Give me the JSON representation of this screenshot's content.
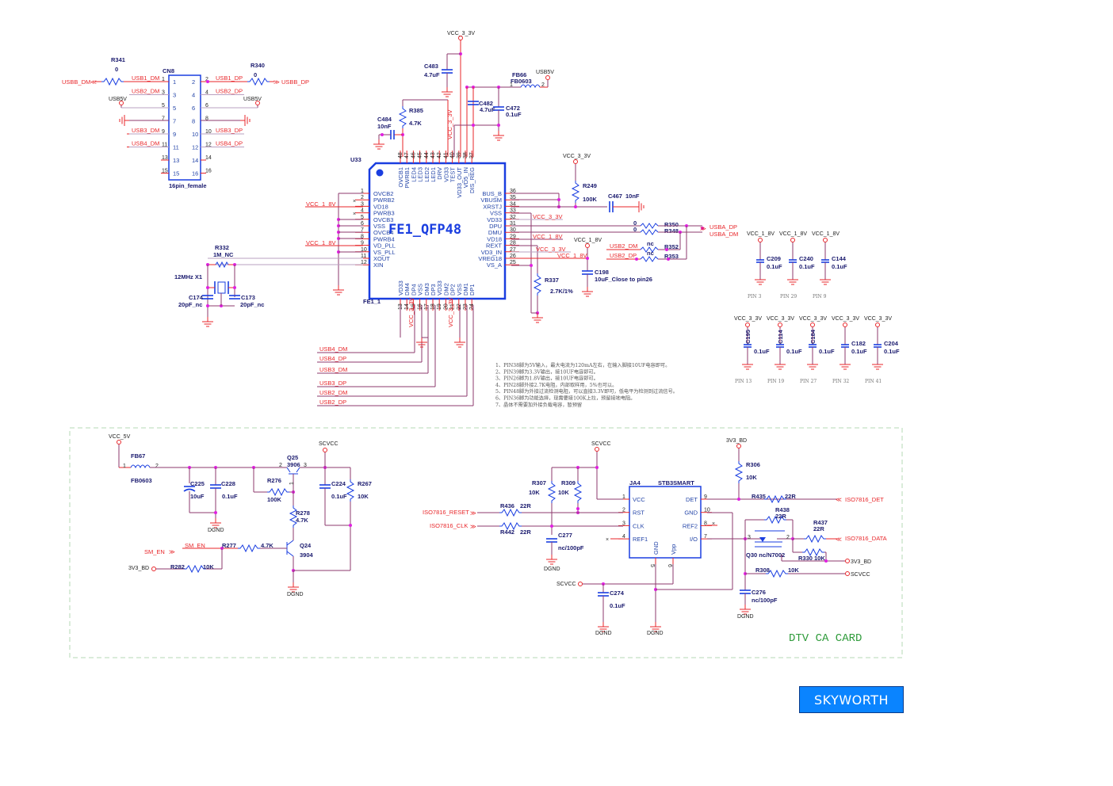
{
  "title_block": {
    "section_title": "DTV  CA  CARD",
    "brand_logo": "SKYWORTH"
  },
  "cn8": {
    "ref": "CN8",
    "part": "16pin_female",
    "left_pins": [
      "1",
      "3",
      "5",
      "7",
      "9",
      "11",
      "13",
      "15"
    ],
    "right_pins": [
      "2",
      "4",
      "6",
      "8",
      "10",
      "12",
      "14",
      "16"
    ],
    "left_nets": [
      "USB1_DM",
      "USB2_DM",
      "",
      "",
      "USB3_DM",
      "USB4_DM",
      "",
      ""
    ],
    "right_nets": [
      "USB1_DP",
      "USB2_DP",
      "",
      "",
      "USB3_DP",
      "USB4_DP",
      "",
      ""
    ],
    "usb5v_left": "USB5V",
    "usb5v_right": "USB5V",
    "r341": {
      "ref": "R341",
      "value": "0"
    },
    "r340": {
      "ref": "R340",
      "value": "0"
    },
    "port_dm": "USBB_DM",
    "port_dp": "USBB_DP"
  },
  "u33": {
    "ref": "U33",
    "name": "FE1_QFP48",
    "sub": "FE1_1",
    "left": [
      {
        "n": "1",
        "name": "OVCB2"
      },
      {
        "n": "2",
        "name": "PWRB2"
      },
      {
        "n": "3",
        "name": "VD18"
      },
      {
        "n": "4",
        "name": "PWRB3"
      },
      {
        "n": "5",
        "name": "OVCB3"
      },
      {
        "n": "6",
        "name": "VSS"
      },
      {
        "n": "7",
        "name": "OVCB4"
      },
      {
        "n": "8",
        "name": "PWRB4"
      },
      {
        "n": "9",
        "name": "VD_PLL"
      },
      {
        "n": "10",
        "name": "VS_PLL"
      },
      {
        "n": "11",
        "name": "XOUT"
      },
      {
        "n": "12",
        "name": "XIN"
      }
    ],
    "right": [
      {
        "n": "36",
        "name": "BUS_B"
      },
      {
        "n": "35",
        "name": "VBUSM"
      },
      {
        "n": "34",
        "name": "XRSTJ"
      },
      {
        "n": "33",
        "name": "VSS"
      },
      {
        "n": "32",
        "name": "VD33"
      },
      {
        "n": "31",
        "name": "DPU"
      },
      {
        "n": "30",
        "name": "DMU"
      },
      {
        "n": "29",
        "name": "VD18"
      },
      {
        "n": "28",
        "name": "REXT"
      },
      {
        "n": "27",
        "name": "VD3_IN"
      },
      {
        "n": "26",
        "name": "VREG18"
      },
      {
        "n": "25",
        "name": "VS_A"
      }
    ],
    "top": [
      {
        "n": "48",
        "name": "OVCB1"
      },
      {
        "n": "47",
        "name": "PWRB1"
      },
      {
        "n": "46",
        "name": "LED4"
      },
      {
        "n": "45",
        "name": "LED3"
      },
      {
        "n": "44",
        "name": "LED2"
      },
      {
        "n": "43",
        "name": "LED1"
      },
      {
        "n": "42",
        "name": "DRV"
      },
      {
        "n": "41",
        "name": "VD33"
      },
      {
        "n": "40",
        "name": "TEST"
      },
      {
        "n": "39",
        "name": "VD33_OUT"
      },
      {
        "n": "38",
        "name": "VD5_IN"
      },
      {
        "n": "37",
        "name": "DIS_REG"
      }
    ],
    "bottom": [
      {
        "n": "13",
        "name": "VD33"
      },
      {
        "n": "14",
        "name": "DM4"
      },
      {
        "n": "15",
        "name": "DP4"
      },
      {
        "n": "16",
        "name": "VSS"
      },
      {
        "n": "17",
        "name": "DM3"
      },
      {
        "n": "18",
        "name": "DP3"
      },
      {
        "n": "19",
        "name": "VD33"
      },
      {
        "n": "20",
        "name": "DM2"
      },
      {
        "n": "21",
        "name": "DP2"
      },
      {
        "n": "22",
        "name": "VSS"
      },
      {
        "n": "23",
        "name": "DM1"
      },
      {
        "n": "24",
        "name": "DP1"
      }
    ]
  },
  "nets": {
    "vcc33": "VCC_3_3V",
    "vcc18": "VCC_1_8V",
    "usb5v": "USB5V",
    "vcc5": "VCC_5V",
    "scvcc": "SCVCC",
    "v3bd": "3V3_BD",
    "dgnd": "DGND",
    "usba_dp": "USBA_DP",
    "usba_dm": "USBA_DM",
    "usb2_dm": "USB2_DM",
    "usb2_dp": "USB2_DP",
    "bottom_bus": [
      "USB4_DM",
      "USB4_DP",
      "USB3_DM",
      "USB3_DP",
      "USB2_DM",
      "USB2_DP"
    ],
    "sm_en": "SM_EN",
    "iso_reset": "ISO7816_RESET",
    "iso_clk": "ISO7816_CLK",
    "iso_det": "ISO7816_DET",
    "iso_data": "ISO7816_DATA"
  },
  "parts": {
    "c483": {
      "ref": "C483",
      "value": "4.7uF"
    },
    "c484": {
      "ref": "C484",
      "value": "10nF"
    },
    "r385": {
      "ref": "R385",
      "value": "4.7K"
    },
    "fb66": {
      "ref": "FB66",
      "value": "FB0603",
      "p1": "1",
      "p2": "2"
    },
    "c482": {
      "ref": "C482",
      "value": "4.7uF"
    },
    "c472": {
      "ref": "C472",
      "value": "0.1uF"
    },
    "r249": {
      "ref": "R249",
      "value": "100K"
    },
    "c467": {
      "ref": "C467",
      "value": "10nF"
    },
    "r350": {
      "ref": "R350",
      "value": "0"
    },
    "r348": {
      "ref": "R348",
      "value": "0"
    },
    "r352": {
      "ref": "R352",
      "value": "nc"
    },
    "r353": {
      "ref": "R353",
      "value": "nc"
    },
    "c198": {
      "ref": "C198",
      "value": "10uF_Close to pin26"
    },
    "r337": {
      "ref": "R337",
      "value": "2.7K/1%"
    },
    "r332": {
      "ref": "R332",
      "value": "1M_NC"
    },
    "x1": {
      "ref": "12MHz  X1"
    },
    "c174": {
      "ref": "C174",
      "value": "20pF_nc"
    },
    "c173": {
      "ref": "C173",
      "value": "20pF_nc"
    },
    "fb67": {
      "ref": "FB67",
      "value": "FB0603",
      "p1": "1",
      "p2": "2"
    },
    "c225": {
      "ref": "C225",
      "value": "10uF"
    },
    "c228": {
      "ref": "C228",
      "value": "0.1uF"
    },
    "q25": {
      "ref": "Q25",
      "value": "3906",
      "p1": "1",
      "p2": "2",
      "p3": "3"
    },
    "r276": {
      "ref": "R276",
      "value": "100K"
    },
    "r278": {
      "ref": "R278",
      "value": "4.7K"
    },
    "c224": {
      "ref": "C224",
      "value": "0.1uF"
    },
    "r267": {
      "ref": "R267",
      "value": "10K"
    },
    "r277": {
      "ref": "R277",
      "value": "4.7K"
    },
    "q24": {
      "ref": "Q24",
      "value": "3904"
    },
    "r282": {
      "ref": "R282",
      "value": "10K"
    },
    "r307": {
      "ref": "R307",
      "value": "10K"
    },
    "r309": {
      "ref": "R309",
      "value": "10K"
    },
    "r436": {
      "ref": "R436",
      "value": "22R"
    },
    "r442": {
      "ref": "R442",
      "value": "22R"
    },
    "c277": {
      "ref": "C277",
      "value": "nc/100pF"
    },
    "c274": {
      "ref": "C274",
      "value": "0.1uF"
    },
    "r306": {
      "ref": "R306",
      "value": "10K"
    },
    "r435": {
      "ref": "R435",
      "value": "22R"
    },
    "r438": {
      "ref": "R438",
      "value": "22R"
    },
    "r437": {
      "ref": "R437",
      "value": "22R"
    },
    "q30": {
      "ref": "Q30  nc/N7002",
      "p2": "2",
      "p3": "3"
    },
    "r330": {
      "ref": "R330",
      "value": "10K"
    },
    "r308": {
      "ref": "R308",
      "value": "10K"
    },
    "c276": {
      "ref": "C276",
      "value": "nc/100pF"
    }
  },
  "ja4": {
    "ref": "JA4",
    "part": "STB3SMART",
    "left": [
      {
        "n": "1",
        "name": "VCC"
      },
      {
        "n": "2",
        "name": "RST"
      },
      {
        "n": "3",
        "name": "CLK"
      },
      {
        "n": "4",
        "name": "REF1"
      }
    ],
    "right": [
      {
        "n": "9",
        "name": "DET"
      },
      {
        "n": "10",
        "name": "GND"
      },
      {
        "n": "8",
        "name": "REF2"
      },
      {
        "n": "7",
        "name": "I/O"
      }
    ],
    "bottom": [
      {
        "n": "5",
        "name": "GND"
      },
      {
        "n": "6",
        "name": "Vpp"
      }
    ]
  },
  "decoupling": {
    "row1": [
      {
        "ref": "C209",
        "value": "0.1uF",
        "pin": "PIN 3"
      },
      {
        "ref": "C240",
        "value": "0.1uF",
        "pin": "PIN 29"
      },
      {
        "ref": "C144",
        "value": "0.1uF",
        "pin": "PIN 9"
      }
    ],
    "row2": [
      {
        "ref": "C195",
        "value": "0.1uF",
        "pin": "PIN 13"
      },
      {
        "ref": "C114",
        "value": "0.1uF",
        "pin": "PIN 19"
      },
      {
        "ref": "C184",
        "value": "0.1uF",
        "pin": "PIN 27"
      },
      {
        "ref": "C182",
        "value": "0.1uF",
        "pin": "PIN 32"
      },
      {
        "ref": "C204",
        "value": "0.1uF",
        "pin": "PIN 41"
      }
    ]
  },
  "notes": [
    "1、PIN38脚为5V输入，最大电流为120mA左右，在输入脚接10UF电容即可。",
    "2、PIN39脚为3.3V输出，接10UF电容即可。",
    "3、PIN26脚为1.8V输出，接10UF电容即可。",
    "4、PIN28脚外接2.7K电阻，内部取样用，5%也可以。",
    "5、PIN48脚为外接过流检测电阻，可以直接3.3V即可，低电平为检测到过流信号。",
    "6、PIN36脚为功能选择，现需要接100K上拉，预留接地电阻。",
    "7、晶体不需要加外接负载电容，暂预留"
  ]
}
